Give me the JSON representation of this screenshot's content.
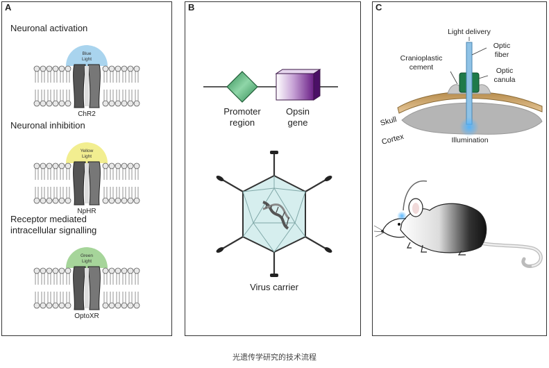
{
  "panels": {
    "a": {
      "label": "A",
      "items": [
        {
          "title": "Neuronal activation",
          "light": "Blue\nLight",
          "channel": "ChR2",
          "color": "#a9d4ee"
        },
        {
          "title": "Neuronal inhibition",
          "light": "Yellow\nLight",
          "channel": "NpHR",
          "color": "#f2ee90"
        },
        {
          "title": "Receptor mediated\nintracellular signalling",
          "light": "Green\nLight",
          "channel": "OptoXR",
          "color": "#a6d59a"
        }
      ]
    },
    "b": {
      "label": "B",
      "promoter": "Promoter\nregion",
      "opsin": "Opsin\ngene",
      "virus": "Virus carrier"
    },
    "c": {
      "label": "C",
      "light_delivery": "Light delivery",
      "optic_fiber": "Optic\nfiber",
      "cranioplastic": "Cranioplastic\ncement",
      "optic_canula": "Optic\ncanula",
      "skull": "Skull",
      "cortex": "Cortex",
      "illumination": "Illumination"
    }
  },
  "caption": "光遗传学研究的技术流程"
}
